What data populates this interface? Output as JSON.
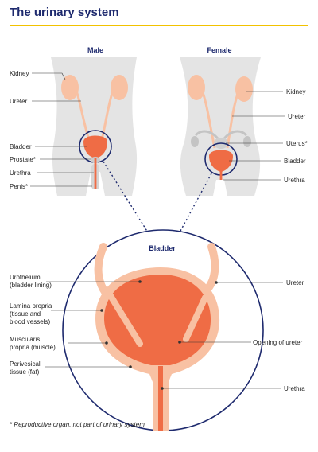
{
  "title": "The urinary system",
  "male": {
    "heading": "Male",
    "labels": {
      "kidney": "Kidney",
      "ureter": "Ureter",
      "bladder": "Bladder",
      "prostate": "Prostate*",
      "urethra": "Urethra",
      "penis": "Penis*"
    }
  },
  "female": {
    "heading": "Female",
    "labels": {
      "kidney": "Kidney",
      "ureter": "Ureter",
      "uterus": "Uterus*",
      "bladder": "Bladder",
      "urethra": "Urethra"
    }
  },
  "bladder_detail": {
    "heading": "Bladder",
    "urothelium": [
      "Urothelium",
      "(bladder lining)"
    ],
    "lamina_propria": [
      "Lamina propria",
      "(tissue and",
      "blood vessels)"
    ],
    "muscularis": [
      "Muscularis",
      "propria (muscle)"
    ],
    "perivesical": [
      "Perivesical",
      "tissue (fat)"
    ],
    "ureter": "Ureter",
    "opening": "Opening of ureter",
    "urethra": "Urethra"
  },
  "footnote": "* Reproductive organ, not part of urinary system",
  "colors": {
    "title": "#1e2a6e",
    "accent_rule": "#f2c200",
    "body": "#e4e4e4",
    "organ_light": "#f8c1a3",
    "organ_dark": "#ef6c45",
    "navy": "#1e2a6e"
  }
}
